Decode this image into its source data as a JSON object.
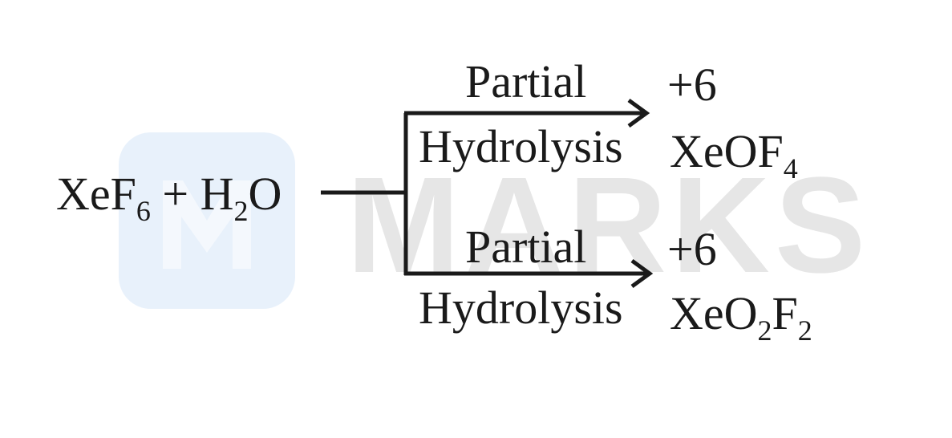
{
  "watermark": {
    "text": "MARKS",
    "color": "#e6e6e6",
    "logo_color": "#e8f1fb"
  },
  "reactant": {
    "main1": "XeF",
    "sub1": "6",
    "plus": " + H",
    "sub2": "2",
    "main2": "O"
  },
  "upper_branch": {
    "label_top": "Partial",
    "label_bottom": "Hydrolysis",
    "oxidation_state": "+6",
    "product_main": "XeOF",
    "product_sub": "4"
  },
  "lower_branch": {
    "label_top": "Partial",
    "label_bottom": "Hydrolysis",
    "oxidation_state": "+6",
    "product_main1": "XeO",
    "product_sub1": "2",
    "product_main2": "F",
    "product_sub2": "2"
  },
  "colors": {
    "ink": "#1a1a1a"
  }
}
